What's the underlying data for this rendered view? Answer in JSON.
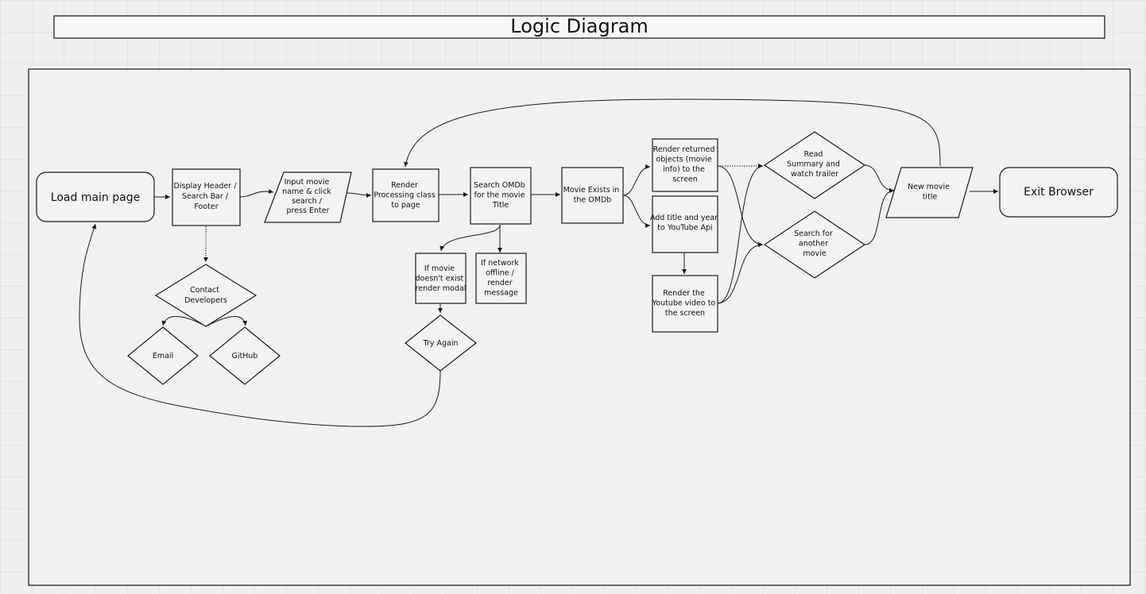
{
  "title": "Logic Diagram",
  "nodes": {
    "load_main_page": "Load main page",
    "display_header": [
      "Display Header /",
      "Search Bar /",
      "Footer"
    ],
    "input_movie": [
      "Input movie",
      "name & click",
      "search /",
      "press Enter"
    ],
    "render_processing": [
      "Render",
      "Processing class",
      "to page"
    ],
    "search_omdb": [
      "Search OMDb",
      "for the movie",
      "Title"
    ],
    "movie_exists": [
      "Movie Exists in",
      "the OMDb"
    ],
    "render_returned": [
      "Render returned",
      "objects (movie",
      "info) to the",
      "screen"
    ],
    "add_title_year": [
      "Add title and year",
      "to YouTube Api"
    ],
    "render_youtube": [
      "Render the",
      "Youtube video to",
      "the screen"
    ],
    "read_summary": [
      "Read",
      "Summary and",
      "watch trailer"
    ],
    "search_another": [
      "Search for",
      "another",
      "movie"
    ],
    "new_movie_title": [
      "New movie",
      "title"
    ],
    "exit_browser": "Exit Browser",
    "contact_developers": [
      "Contact",
      "Developers"
    ],
    "email": "Email",
    "github": "GitHub",
    "movie_not_exist": [
      "If movie",
      "doesn't exist",
      "render modal"
    ],
    "network_offline": [
      "If network",
      "offline /",
      "render",
      "message"
    ],
    "try_again": "Try Again"
  }
}
